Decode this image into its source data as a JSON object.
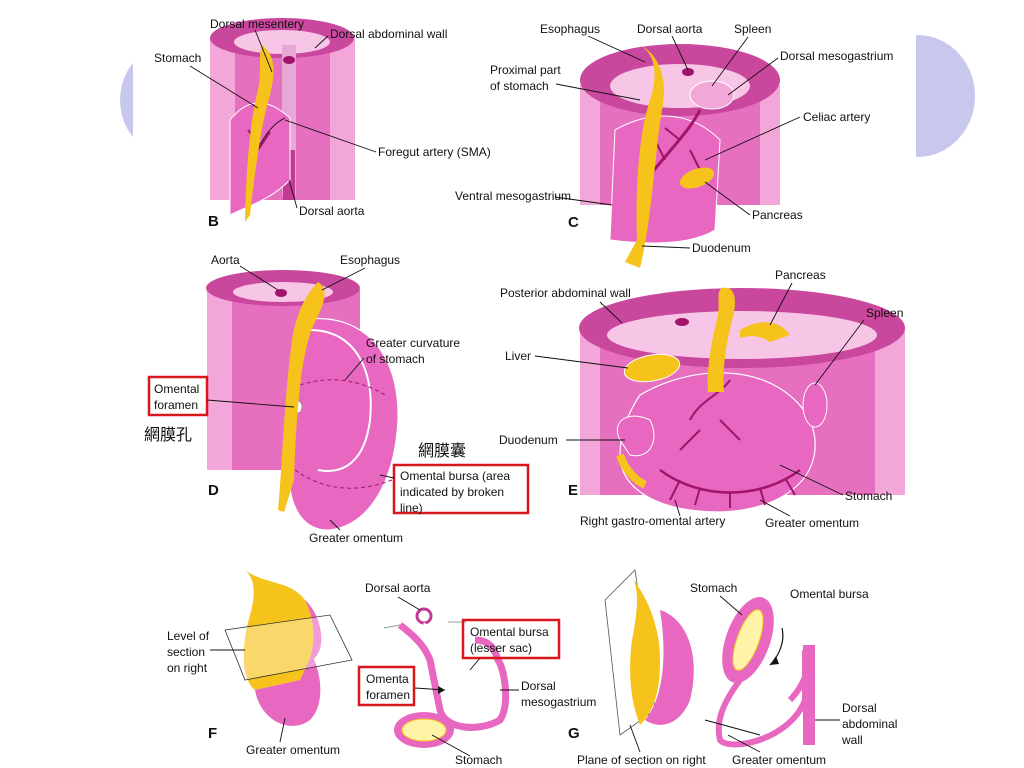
{
  "colors": {
    "wall": "#e670bf",
    "wall_light": "#f3a6d8",
    "wall_dark": "#c9479d",
    "organ": "#e867c0",
    "yellow": "#f6c21c",
    "artery": "#a0156a",
    "fat": "#fff3a8",
    "highlight": "#d8161c",
    "deco_circle": "#c8c8ee"
  },
  "panels": {
    "B": {
      "letter": "B",
      "labels": {
        "dorsal_mesentery": "Dorsal mesentery",
        "dorsal_abdominal_wall": "Dorsal abdominal wall",
        "stomach": "Stomach",
        "foregut_artery": "Foregut artery (SMA)",
        "dorsal_aorta": "Dorsal aorta"
      }
    },
    "C": {
      "letter": "C",
      "labels": {
        "esophagus": "Esophagus",
        "dorsal_aorta": "Dorsal aorta",
        "spleen": "Spleen",
        "dorsal_mesogastrium": "Dorsal mesogastrium",
        "proximal_stomach_1": "Proximal part",
        "proximal_stomach_2": "of stomach",
        "celiac_artery": "Celiac artery",
        "ventral_mesogastrium": "Ventral mesogastrium",
        "pancreas": "Pancreas",
        "duodenum": "Duodenum"
      }
    },
    "D": {
      "letter": "D",
      "labels": {
        "aorta": "Aorta",
        "esophagus": "Esophagus",
        "greater_curvature_1": "Greater curvature",
        "greater_curvature_2": "of stomach",
        "omental_foramen_1": "Omental",
        "omental_foramen_2": "foramen",
        "omental_foramen_cjk": "網膜孔",
        "omental_bursa_cjk": "網膜囊",
        "omental_bursa_1": "Omental bursa (area",
        "omental_bursa_2": "indicated by broken",
        "omental_bursa_3": "line)",
        "greater_omentum": "Greater omentum"
      }
    },
    "E": {
      "letter": "E",
      "labels": {
        "pancreas": "Pancreas",
        "posterior_wall": "Posterior abdominal wall",
        "spleen": "Spleen",
        "liver": "Liver",
        "duodenum": "Duodenum",
        "stomach": "Stomach",
        "right_gastro_omental": "Right gastro-omental artery",
        "greater_omentum": "Greater omentum"
      }
    },
    "F": {
      "letter": "F",
      "labels": {
        "level_1": "Level of",
        "level_2": "section",
        "level_3": "on right",
        "greater_omentum": "Greater omentum",
        "dorsal_aorta": "Dorsal aorta",
        "omental_bursa_1": "Omental bursa",
        "omental_bursa_2": "(lesser sac)",
        "omental_foramen_1": "Omenta",
        "omental_foramen_2": "foramen",
        "dorsal_mesogastrium_1": "Dorsal",
        "dorsal_mesogastrium_2": "mesogastrium",
        "stomach": "Stomach"
      }
    },
    "G": {
      "letter": "G",
      "labels": {
        "stomach": "Stomach",
        "omental_bursa": "Omental bursa",
        "dorsal_wall_1": "Dorsal",
        "dorsal_wall_2": "abdominal",
        "dorsal_wall_3": "wall",
        "plane": "Plane of section on right",
        "greater_omentum": "Greater omentum"
      }
    }
  }
}
